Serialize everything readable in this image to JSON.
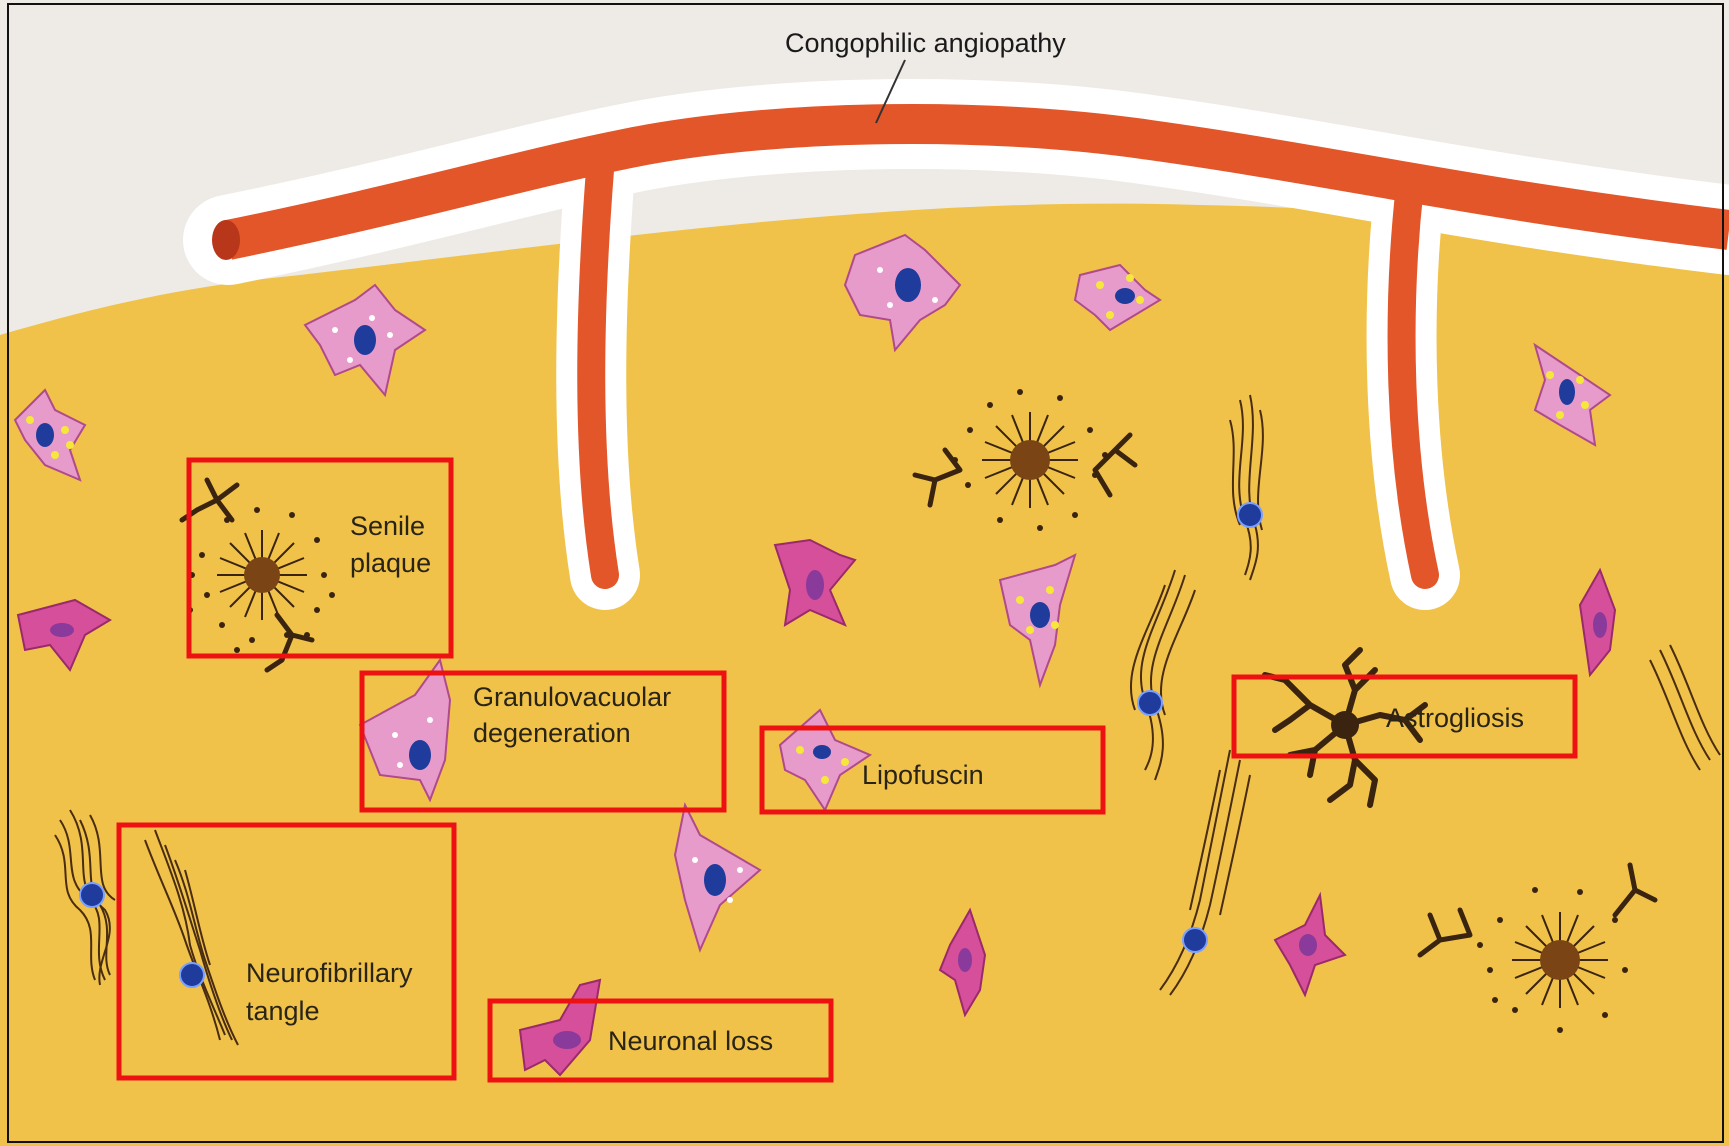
{
  "title_label": "Congophilic angiopathy",
  "labels": {
    "senile_plaque": [
      "Senile",
      "plaque"
    ],
    "granulovacuolar": [
      "Granulovacuolar",
      "degeneration"
    ],
    "lipofuscin": "Lipofuscin",
    "astrogliosis": "Astrogliosis",
    "neurofibrillary_tangle": [
      "Neurofibrillary",
      "tangle"
    ],
    "neuronal_loss": "Neuronal loss"
  },
  "colors": {
    "tissue": "#f0c24a",
    "background": "#eeeae6",
    "vessel": "#e2562a",
    "vessel_sheath": "#ffffff",
    "neuron": "#e79bcb",
    "neuron_loss": "#d64f9a",
    "nucleus": "#1f3b9c",
    "lipofuscin": "#f5e83a",
    "fibril": "#4a2c10",
    "highlight_box": "#ee1111"
  }
}
